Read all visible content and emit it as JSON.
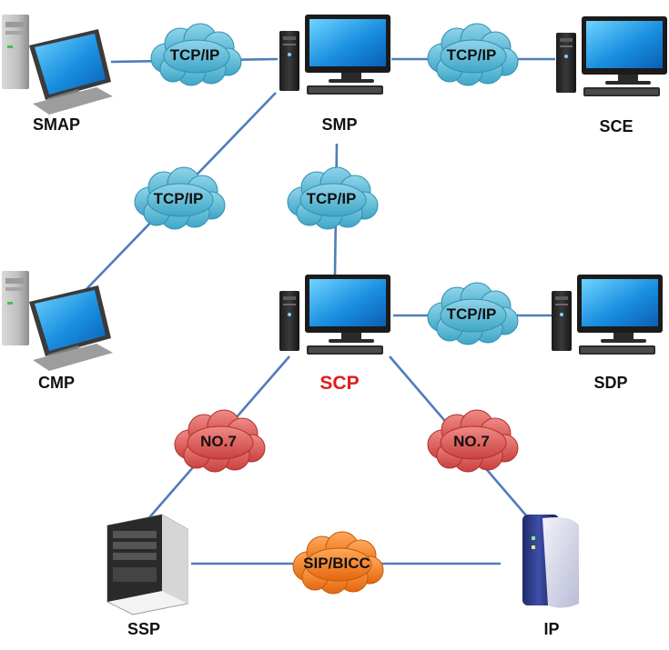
{
  "nodes": {
    "smap": {
      "label": "SMAP"
    },
    "smp": {
      "label": "SMP"
    },
    "sce": {
      "label": "SCE"
    },
    "cmp": {
      "label": "CMP"
    },
    "scp": {
      "label": "SCP"
    },
    "sdp": {
      "label": "SDP"
    },
    "ssp": {
      "label": "SSP"
    },
    "ip": {
      "label": "IP"
    }
  },
  "links": {
    "smap_smp": "TCP/IP",
    "smp_sce": "TCP/IP",
    "smp_cmp": "TCP/IP",
    "smp_scp": "TCP/IP",
    "scp_sdp": "TCP/IP",
    "scp_ssp": "NO.7",
    "scp_ip": "NO.7",
    "ssp_ip": "SIP/BICC"
  },
  "colors": {
    "link_line": "#4f7dbb",
    "tcp_cloud": "#5bbad5",
    "no7_cloud": "#de5a57",
    "sip_cloud": "#f07c1c",
    "highlight_label": "#e01b1b"
  }
}
